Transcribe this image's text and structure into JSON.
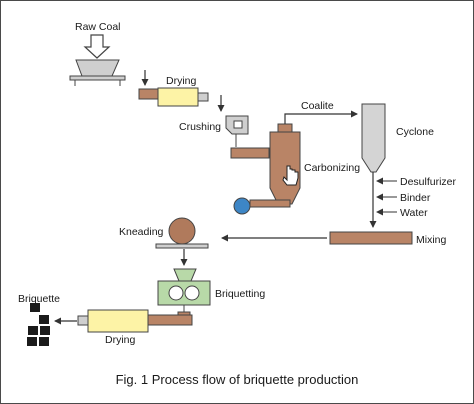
{
  "diagram": {
    "labels": {
      "raw_coal": "Raw Coal",
      "drying_top": "Drying",
      "crushing": "Crushing",
      "coalite": "Coalite",
      "cyclone": "Cyclone",
      "carbonizing": "Carbonizing",
      "desulfurizer": "Desulfurizer",
      "binder": "Binder",
      "water": "Water",
      "kneading": "Kneading",
      "mixing": "Mixing",
      "briquetting": "Briquetting",
      "briquette": "Briquette",
      "drying_bottom": "Drying"
    },
    "caption": "Fig. 1  Process flow of briquette production"
  },
  "colors": {
    "drum_fill": "#fdf3a6",
    "equipment_gray": "#cfcfcf",
    "carbonizer_brown": "#b98466",
    "kneader_ball": "#b07a5c",
    "mixer_trough": "#b98466",
    "briquetter_green": "#b8d9a8",
    "fan_blue": "#3d86c6",
    "briquette_black": "#1b1b1b",
    "outline": "#4a4a4a"
  }
}
